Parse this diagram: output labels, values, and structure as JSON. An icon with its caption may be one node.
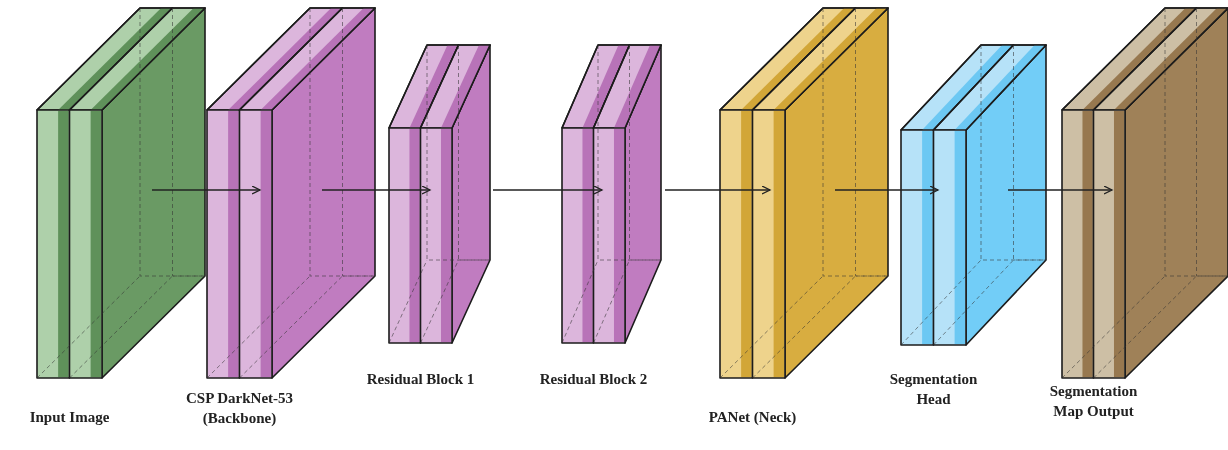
{
  "diagram": {
    "nodes": [
      {
        "text": [
          "Input Image"
        ]
      },
      {
        "text": [
          "CSP DarkNet-53 (Backbone)"
        ]
      },
      {
        "text": [
          "Residual Block 1"
        ]
      },
      {
        "text": [
          "Residual Block 2"
        ]
      },
      {
        "text": [
          "PANet (Neck)"
        ]
      },
      {
        "text": [
          "Segmentation Head"
        ]
      },
      {
        "text": [
          "Segmentation Map Output"
        ]
      }
    ],
    "edges": [
      {
        "from": 0,
        "to": 1,
        "arrow": "to"
      },
      {
        "from": 1,
        "to": 2,
        "arrow": "to"
      },
      {
        "from": 2,
        "to": 3,
        "arrow": "to"
      },
      {
        "from": 3,
        "to": 4,
        "arrow": "to"
      },
      {
        "from": 4,
        "to": 5,
        "arrow": "to"
      },
      {
        "from": 5,
        "to": 6,
        "arrow": "to"
      }
    ]
  }
}
